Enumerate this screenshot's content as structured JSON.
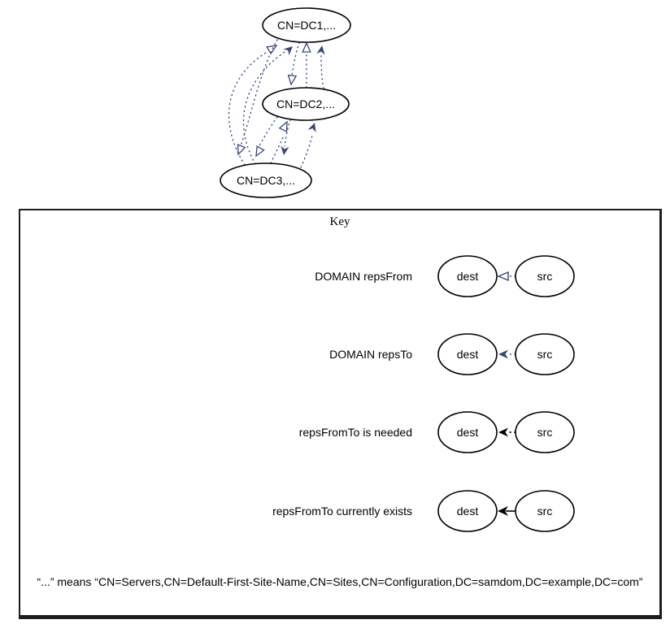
{
  "colors": {
    "edge_navy": "#36467c",
    "node_stroke": "#000000",
    "box_border": "#1e1e1e",
    "background": "#ffffff"
  },
  "graph": {
    "nodes": [
      {
        "id": "dc1",
        "label": "CN=DC1,..."
      },
      {
        "id": "dc2",
        "label": "CN=DC2,..."
      },
      {
        "id": "dc3",
        "label": "CN=DC3,..."
      }
    ],
    "edges": [
      {
        "from": "dc3",
        "to": "dc1",
        "type": "repsFrom",
        "arrowhead": "open-arrowhead-icon",
        "line": "dotted-navy"
      },
      {
        "from": "dc3",
        "to": "dc1",
        "type": "repsTo",
        "arrowhead": "filled-arrowhead-icon",
        "line": "dotted-navy"
      },
      {
        "from": "dc2",
        "to": "dc1",
        "type": "repsFrom",
        "arrowhead": "open-arrowhead-icon",
        "line": "dotted-navy"
      },
      {
        "from": "dc2",
        "to": "dc1",
        "type": "repsTo",
        "arrowhead": "filled-arrowhead-icon",
        "line": "dotted-navy"
      },
      {
        "from": "dc1",
        "to": "dc2",
        "type": "repsFrom",
        "arrowhead": "open-arrowhead-icon",
        "line": "dotted-navy"
      },
      {
        "from": "dc3",
        "to": "dc2",
        "type": "repsFrom",
        "arrowhead": "open-arrowhead-icon",
        "line": "dotted-navy"
      },
      {
        "from": "dc3",
        "to": "dc2",
        "type": "repsTo",
        "arrowhead": "filled-arrowhead-icon",
        "line": "dotted-navy"
      },
      {
        "from": "dc1",
        "to": "dc3",
        "type": "repsFrom",
        "arrowhead": "open-arrowhead-icon",
        "line": "dotted-navy"
      },
      {
        "from": "dc2",
        "to": "dc3",
        "type": "repsFrom",
        "arrowhead": "open-arrowhead-icon",
        "line": "dotted-navy"
      },
      {
        "from": "dc2",
        "to": "dc3",
        "type": "repsTo",
        "arrowhead": "filled-arrowhead-icon",
        "line": "dotted-navy"
      }
    ]
  },
  "key": {
    "title": "Key",
    "rows": [
      {
        "label": "DOMAIN repsFrom",
        "dest": "dest",
        "src": "src",
        "arrow": "open-arrowhead-dotted-navy"
      },
      {
        "label": "DOMAIN repsTo",
        "dest": "dest",
        "src": "src",
        "arrow": "filled-arrowhead-dotted-navy"
      },
      {
        "label": "repsFromTo is needed",
        "dest": "dest",
        "src": "src",
        "arrow": "filled-arrowhead-dotted-black"
      },
      {
        "label": "repsFromTo currently exists",
        "dest": "dest",
        "src": "src",
        "arrow": "filled-arrowhead-solid-black"
      }
    ],
    "note": "“...”  means  “CN=Servers,CN=Default-First-Site-Name,CN=Sites,CN=Configuration,DC=samdom,DC=example,DC=com”"
  }
}
